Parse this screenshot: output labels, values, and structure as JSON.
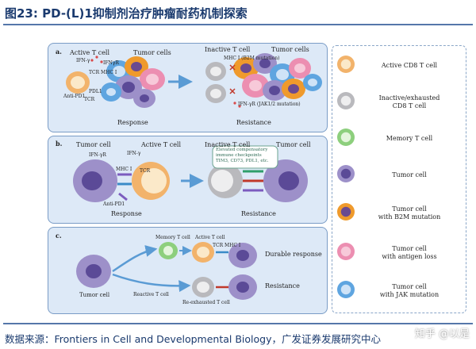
{
  "figure_title": "图23:  PD-(L)1抑制剂治疗肿瘤耐药机制探索",
  "source_note": "数据来源：Frontiers in Cell and Developmental Biology，广发证券发展研究中心",
  "watermark": "知乎 @以是",
  "panel_a": {
    "letter": "a.",
    "active_t": "Active T cell",
    "tumor_cells_left": "Tumor cells",
    "inactive_t": "Inactive T cell",
    "tumor_cells_right": "Tumor cells",
    "ifn_g": "IFN-γ",
    "ifngr": "IFNγR",
    "tcr_mhc": "TCR  MHC I",
    "tcr": "TCR",
    "pdl1": "PDL1",
    "anti_pd1": "Anti-PD1",
    "mhc_mut": "MHC I (B2M mutation)",
    "jak": "IFN-γR (JAK1/2 mutation)",
    "response": "Response",
    "resistance": "Resistance"
  },
  "panel_b": {
    "letter": "b.",
    "tumor_cell_left": "Tumor cell",
    "active_t": "Active T cell",
    "ifn_gr": "IFN-γR",
    "ifn_g": "IFN-γ",
    "mhc": "MHC I",
    "tcr": "TCR",
    "anti_pd1": "Anti-PD1",
    "response": "Response",
    "inactive_t": "Inactive T cell",
    "tumor_cell_right": "Tumor cell",
    "checkpoints": "Elevated compensatory\nimmune checkpoints\nTIM3, CD73, PDL1, etc.",
    "resistance": "Resistance"
  },
  "panel_c": {
    "letter": "c.",
    "memory": "Memory T cell",
    "active_t": "Active T cell",
    "tcr_mhc": "TCR  MHC I",
    "durable": "Durable response",
    "tumor_cell": "Tumor cell",
    "reactive": "Reactive T cell",
    "re_exhausted": "Re-exhausted T cell",
    "resistance": "Resistance"
  },
  "legend": [
    {
      "label": "Active CD8  T cell",
      "color": "#f2b36b",
      "core": "#fbe9c9"
    },
    {
      "label": "Inactive/exhausted\nCD8  T cell",
      "color": "#b9b9bd",
      "core": "#eeeeef"
    },
    {
      "label": "Memory T cell",
      "color": "#8dcf7d",
      "core": "#e4f5dc"
    },
    {
      "label": "Tumor cell",
      "color": "#9d90c9",
      "core": "#5b4a97"
    },
    {
      "label": "Tumor cell\nwith B2M mutation",
      "color": "#ef9a2c",
      "core": "#6a4a90"
    },
    {
      "label": "Tumor cell\nwith antigen loss",
      "color": "#ec8eb1",
      "core": "#f7c9d9"
    },
    {
      "label": "Tumor cell\nwith JAK mutation",
      "color": "#5fa5e0",
      "core": "#cfe3f7"
    }
  ],
  "colors": {
    "title": "#1a3a6e",
    "panel_bg": "#dde9f7",
    "arrow": "#5a9bd4"
  }
}
